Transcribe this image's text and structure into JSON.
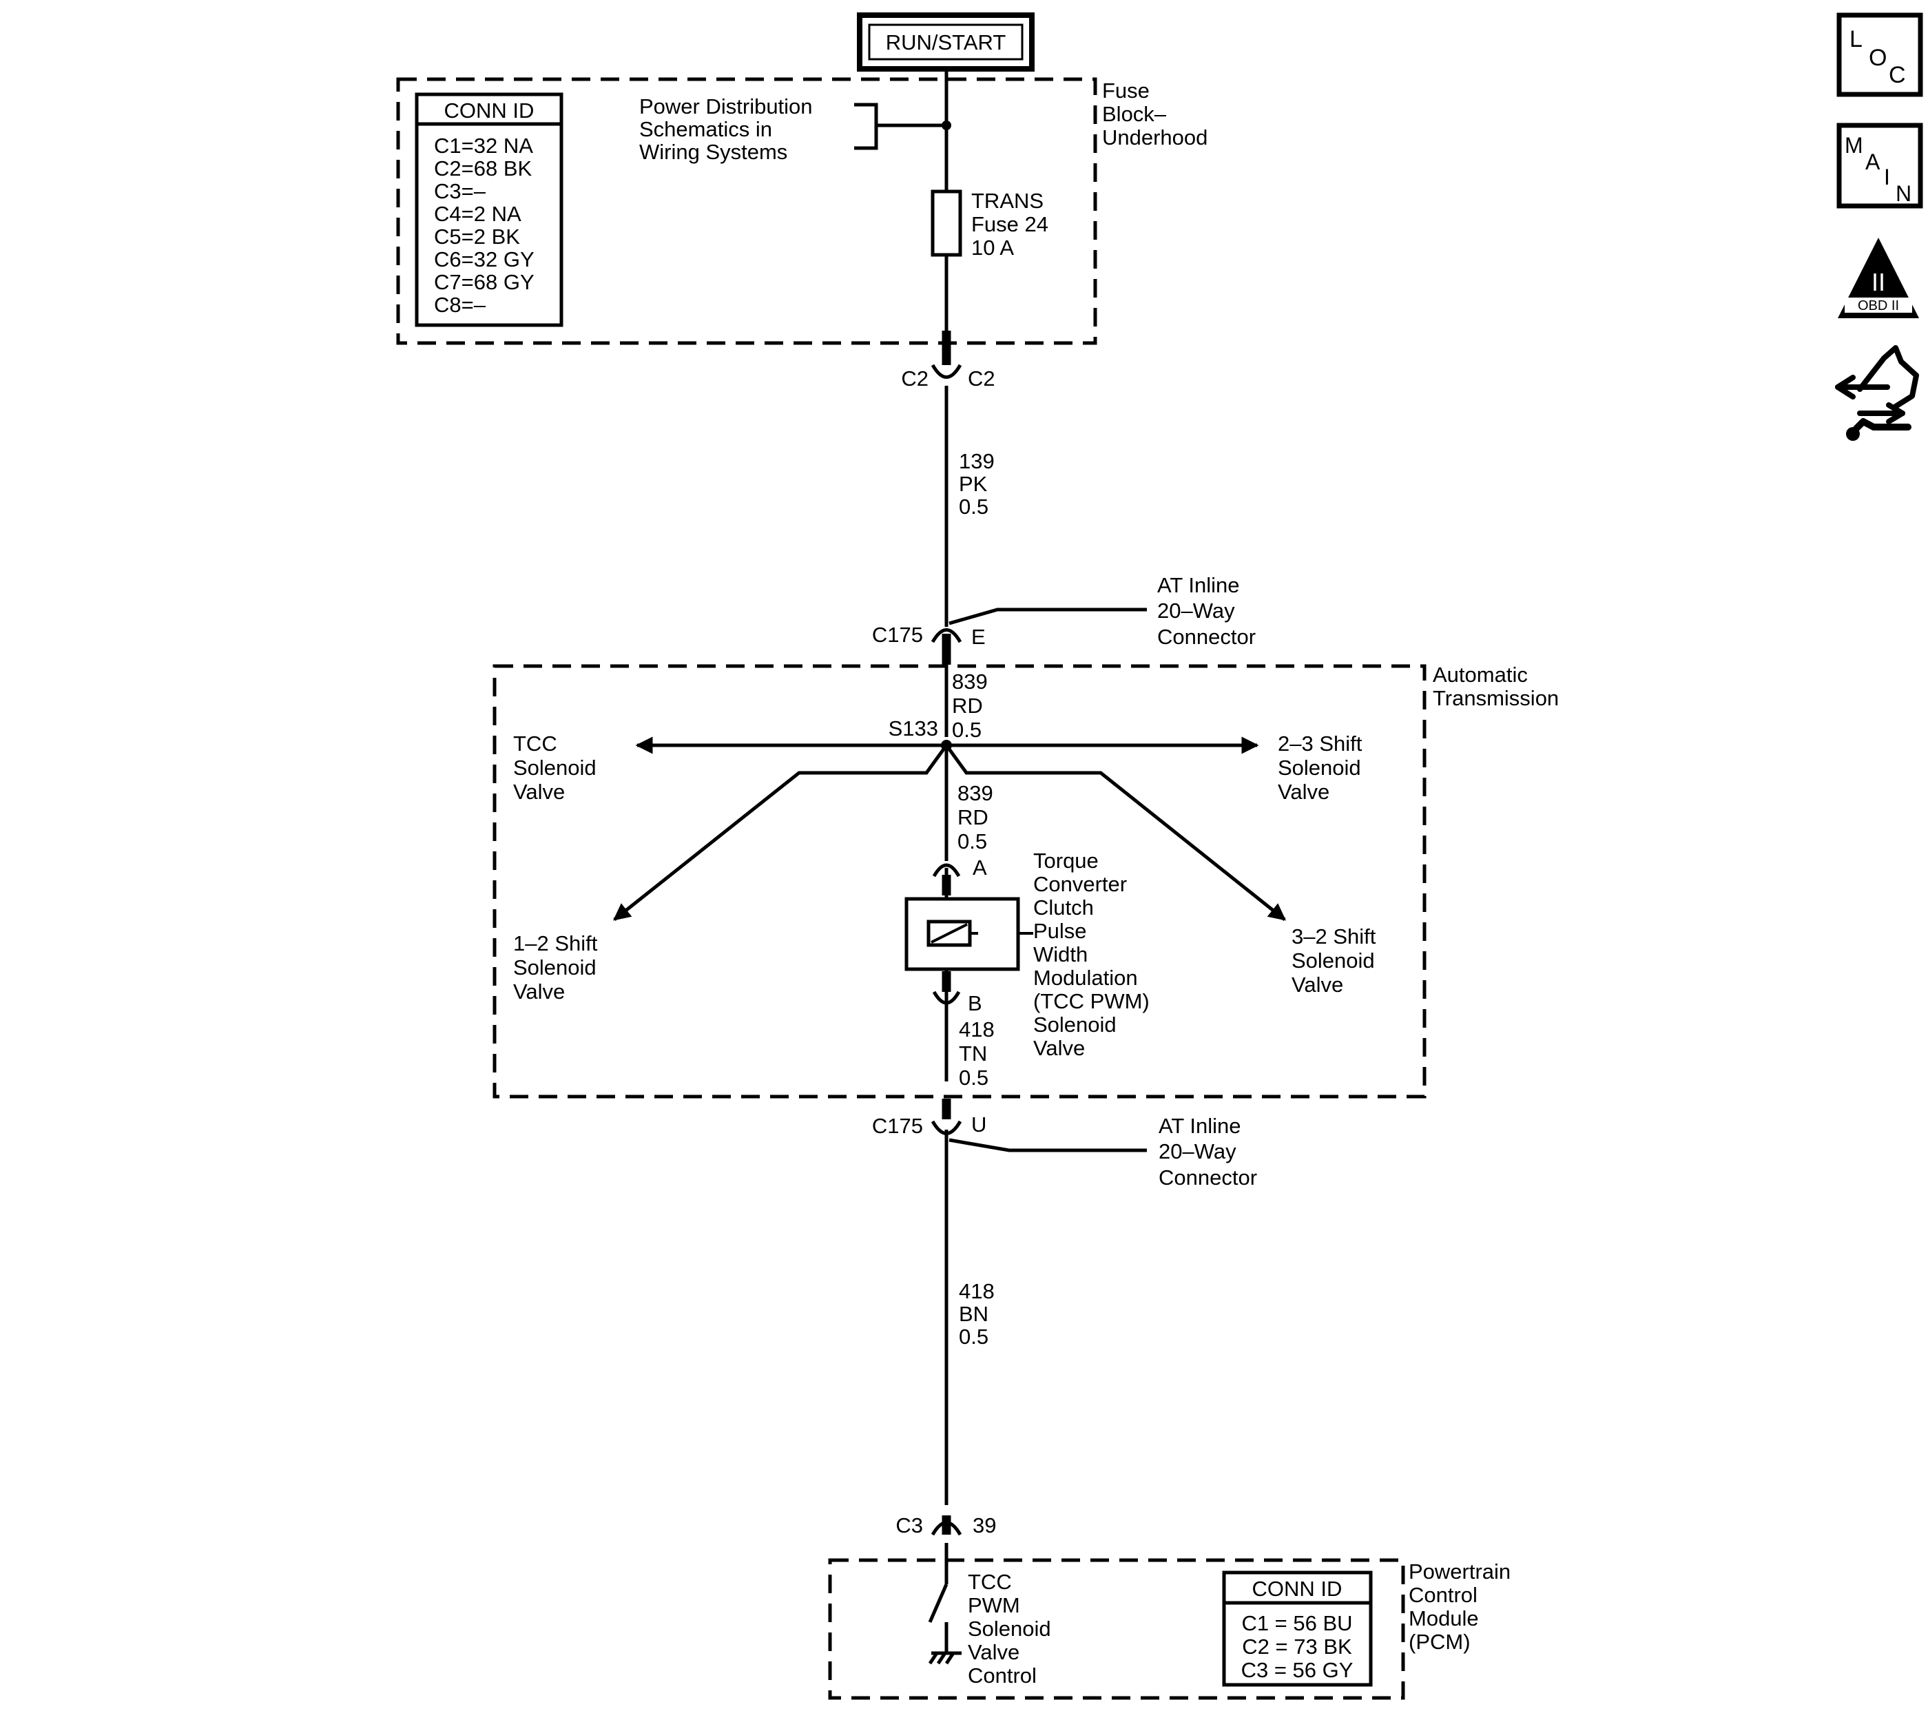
{
  "power": {
    "source_label": "RUN/START"
  },
  "fuse_block": {
    "name_lines": [
      "Fuse",
      "Block–",
      "Underhood"
    ],
    "conn_title": "CONN ID",
    "conn_rows": [
      "C1=32 NA",
      "C2=68 BK",
      "C3=–",
      "C4=2 NA",
      "C5=2 BK",
      "C6=32 GY",
      "C7=68 GY",
      "C8=–"
    ],
    "pd_ref_lines": [
      "Power Distribution",
      "Schematics in",
      "Wiring Systems"
    ],
    "fuse_lines": [
      "TRANS",
      "Fuse 24",
      "10 A"
    ],
    "conn_left": "C2",
    "conn_right": "C2"
  },
  "wire1": {
    "lines": [
      "139",
      "PK",
      "0.5"
    ]
  },
  "inline_top": {
    "left": "C175",
    "pin": "E",
    "name_lines": [
      "AT Inline",
      "20–Way",
      "Connector"
    ]
  },
  "auto_trans": {
    "name_lines": [
      "Automatic",
      "Transmission"
    ],
    "wire_a_lines": [
      "839",
      "RD",
      "0.5"
    ],
    "splice": "S133",
    "wire_b_lines": [
      "839",
      "RD",
      "0.5"
    ],
    "tcc_valve_lines": [
      "TCC",
      "Solenoid",
      "Valve"
    ],
    "s23_lines": [
      "2–3 Shift",
      "Solenoid",
      "Valve"
    ],
    "s12_lines": [
      "1–2 Shift",
      "Solenoid",
      "Valve"
    ],
    "s32_lines": [
      "3–2 Shift",
      "Solenoid",
      "Valve"
    ],
    "pin_a": "A",
    "pin_b": "B",
    "pwm_lines": [
      "Torque",
      "Converter",
      "Clutch",
      "Pulse",
      "Width",
      "Modulation",
      "(TCC PWM)",
      "Solenoid",
      "Valve"
    ],
    "wire_c_lines": [
      "418",
      "TN",
      "0.5"
    ]
  },
  "inline_bottom": {
    "left": "C175",
    "pin": "U",
    "name_lines": [
      "AT Inline",
      "20–Way",
      "Connector"
    ]
  },
  "wire2": {
    "lines": [
      "418",
      "BN",
      "0.5"
    ]
  },
  "pcm": {
    "conn_left": "C3",
    "conn_right": "39",
    "control_lines": [
      "TCC",
      "PWM",
      "Solenoid",
      "Valve",
      "Control"
    ],
    "conn_title": "CONN ID",
    "conn_rows": [
      "C1 = 56 BU",
      "C2 = 73 BK",
      "C3 = 56 GY"
    ],
    "name_lines": [
      "Powertrain",
      "Control",
      "Module",
      "(PCM)"
    ]
  },
  "side_icons": {
    "loc": [
      "L",
      "O",
      "C"
    ],
    "main": [
      "M",
      "A",
      "I",
      "N"
    ],
    "obd_numeral": "II",
    "obd_label": "OBD II"
  }
}
